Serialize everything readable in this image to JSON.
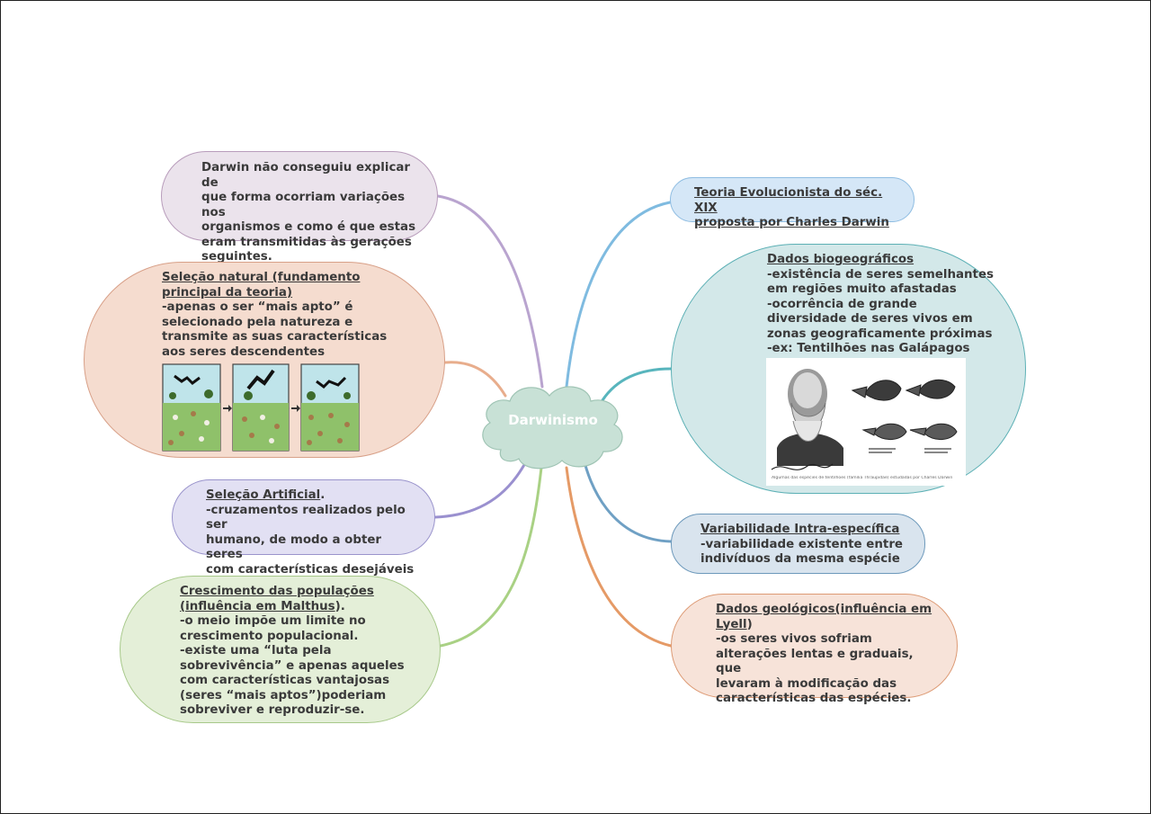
{
  "center": {
    "label": "Darwinismo",
    "color": "#c8e1d6"
  },
  "nodes": {
    "explain": {
      "body": "Darwin não conseguiu explicar de\nque forma ocorriam variações nos\norganismos e como é que estas\neram transmitidas às gerações\nseguintes.",
      "fill": "#ebe3ec",
      "border": "#b89cbb"
    },
    "natural": {
      "title": "Seleção natural (fundamento\nprincipal da teoria)",
      "body": "-apenas o ser “mais apto” é\nselecionado pela natureza e\ntransmite as suas características\naos seres descendentes",
      "fill": "#f5dccf",
      "border": "#d8a088"
    },
    "artificial": {
      "title": "Seleção Artificial",
      "title_suffix": ".",
      "body": "-cruzamentos realizados pelo ser\nhumano, de modo a obter seres\ncom características desejáveis",
      "fill": "#e2e0f3",
      "border": "#9a94cc"
    },
    "pop": {
      "title": "Crescimento das populações\n(influência em Malthus",
      "title_suffix": ").",
      "body": "-o meio impõe um limite no\ncrescimento populacional.\n-existe uma “luta pela\nsobrevivência” e apenas aqueles\ncom características vantajosas\n(seres “mais aptos”)poderiam\nsobreviver e reproduzir-se.",
      "fill": "#e4efd8",
      "border": "#a7c98a"
    },
    "theory": {
      "title": "Teoria Evolucionista do séc. XIX\nproposta por Charles Darwin",
      "fill": "#d5e7f7",
      "border": "#8fbde2"
    },
    "bio": {
      "title": "Dados biogeográficos",
      "body": "-existência de seres semelhantes\nem regiões muito afastadas\n-ocorrência de grande\ndiversidade de seres vivos em\nzonas geograficamente próximas\n-ex: Tentilhões nas Galápagos",
      "caption": "Algumas das espécies de tentilhões (família Thraupidae) estudadas por Charles Darwin",
      "fill": "#d3e8e9",
      "border": "#5cb0b5"
    },
    "intra": {
      "title": "Variabilidade Intra-específica",
      "body": "-variabilidade existente entre\nindivíduos da mesma espécie",
      "fill": "#d9e4ee",
      "border": "#6d99bb"
    },
    "geo": {
      "title": "Dados geológicos(influência em\nLyell",
      "title_suffix": ")",
      "body": "-os seres vivos sofriam\nalterações lentas e graduais, que\nlevaram à modificação das\ncaracterísticas das espécies.",
      "fill": "#f7e3d9",
      "border": "#dd9a74"
    }
  },
  "link_colors": {
    "explain": "#b9a4cf",
    "natural": "#e8ad8c",
    "artificial": "#9a90cf",
    "pop": "#a9d184",
    "theory": "#7fbbe0",
    "bio": "#58b5bd",
    "intra": "#6fa0c4",
    "geo": "#e59a66"
  }
}
